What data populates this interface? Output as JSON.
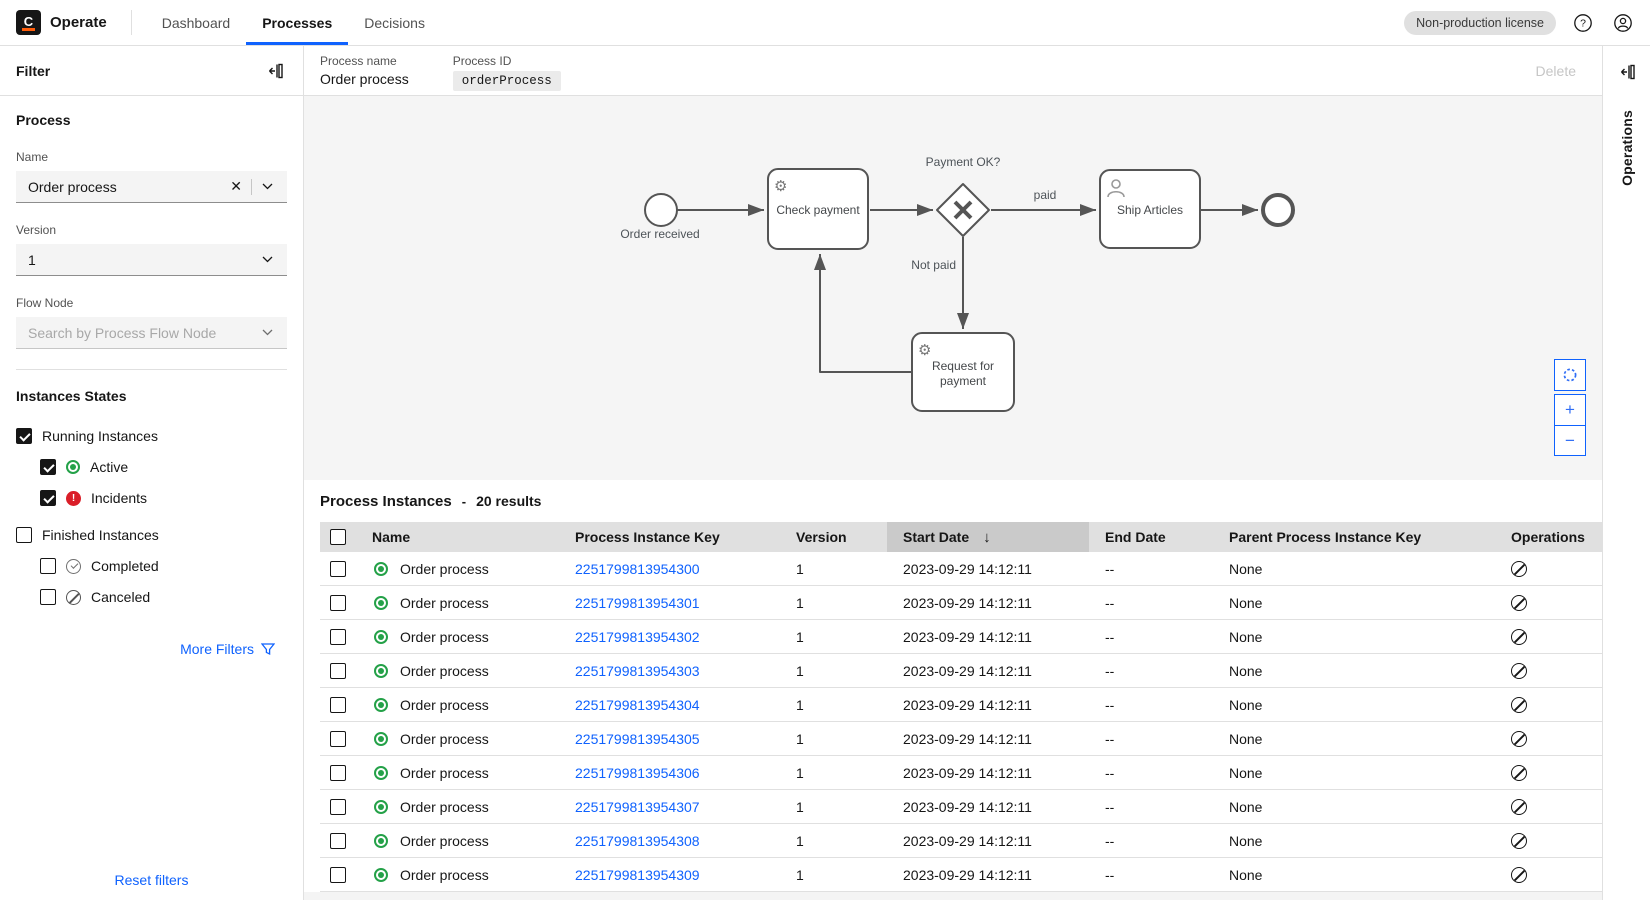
{
  "header": {
    "logo_letter": "C",
    "app_name": "Operate",
    "tabs": [
      {
        "label": "Dashboard",
        "active": false
      },
      {
        "label": "Processes",
        "active": true
      },
      {
        "label": "Decisions",
        "active": false
      }
    ],
    "license_badge": "Non-production license"
  },
  "filter_panel": {
    "title": "Filter",
    "process_section_title": "Process",
    "name_field": {
      "label": "Name",
      "value": "Order process"
    },
    "version_field": {
      "label": "Version",
      "value": "1"
    },
    "flow_node_field": {
      "label": "Flow Node",
      "placeholder": "Search by Process Flow Node"
    },
    "instances_states_title": "Instances States",
    "states": [
      {
        "label": "Running Instances",
        "checked": true,
        "icon": "none"
      },
      {
        "label": "Active",
        "checked": true,
        "icon": "active"
      },
      {
        "label": "Incidents",
        "checked": true,
        "icon": "incident"
      },
      {
        "label": "Finished Instances",
        "checked": false,
        "icon": "none"
      },
      {
        "label": "Completed",
        "checked": false,
        "icon": "completed"
      },
      {
        "label": "Canceled",
        "checked": false,
        "icon": "canceled"
      }
    ],
    "incident_glyph": "!",
    "more_filters_label": "More Filters",
    "reset_filters_label": "Reset filters"
  },
  "process_header": {
    "name_label": "Process name",
    "name_value": "Order process",
    "id_label": "Process ID",
    "id_value": "orderProcess",
    "delete_label": "Delete"
  },
  "diagram": {
    "start_event_label": "Order received",
    "task_check_payment": "Check payment",
    "gateway_label": "Payment OK?",
    "flow_paid_label": "paid",
    "flow_not_paid_label": "Not paid",
    "task_ship_articles": "Ship Articles",
    "task_request_line1": "Request for",
    "task_request_line2": "payment",
    "controls": {
      "zoom_in": "+",
      "zoom_out": "−"
    }
  },
  "operations_panel": {
    "title": "Operations"
  },
  "instances": {
    "title": "Process Instances",
    "separator": "-",
    "results_label": "20 results",
    "sort_arrow": "↓",
    "columns": [
      "Name",
      "Process Instance Key",
      "Version",
      "Start Date",
      "End Date",
      "Parent Process Instance Key",
      "Operations"
    ],
    "sorted_column": "Start Date",
    "rows": [
      {
        "name": "Order process",
        "key": "2251799813954300",
        "version": "1",
        "start": "2023-09-29 14:12:11",
        "end": "--",
        "parent": "None"
      },
      {
        "name": "Order process",
        "key": "2251799813954301",
        "version": "1",
        "start": "2023-09-29 14:12:11",
        "end": "--",
        "parent": "None"
      },
      {
        "name": "Order process",
        "key": "2251799813954302",
        "version": "1",
        "start": "2023-09-29 14:12:11",
        "end": "--",
        "parent": "None"
      },
      {
        "name": "Order process",
        "key": "2251799813954303",
        "version": "1",
        "start": "2023-09-29 14:12:11",
        "end": "--",
        "parent": "None"
      },
      {
        "name": "Order process",
        "key": "2251799813954304",
        "version": "1",
        "start": "2023-09-29 14:12:11",
        "end": "--",
        "parent": "None"
      },
      {
        "name": "Order process",
        "key": "2251799813954305",
        "version": "1",
        "start": "2023-09-29 14:12:11",
        "end": "--",
        "parent": "None"
      },
      {
        "name": "Order process",
        "key": "2251799813954306",
        "version": "1",
        "start": "2023-09-29 14:12:11",
        "end": "--",
        "parent": "None"
      },
      {
        "name": "Order process",
        "key": "2251799813954307",
        "version": "1",
        "start": "2023-09-29 14:12:11",
        "end": "--",
        "parent": "None"
      },
      {
        "name": "Order process",
        "key": "2251799813954308",
        "version": "1",
        "start": "2023-09-29 14:12:11",
        "end": "--",
        "parent": "None"
      },
      {
        "name": "Order process",
        "key": "2251799813954309",
        "version": "1",
        "start": "2023-09-29 14:12:11",
        "end": "--",
        "parent": "None"
      }
    ]
  }
}
